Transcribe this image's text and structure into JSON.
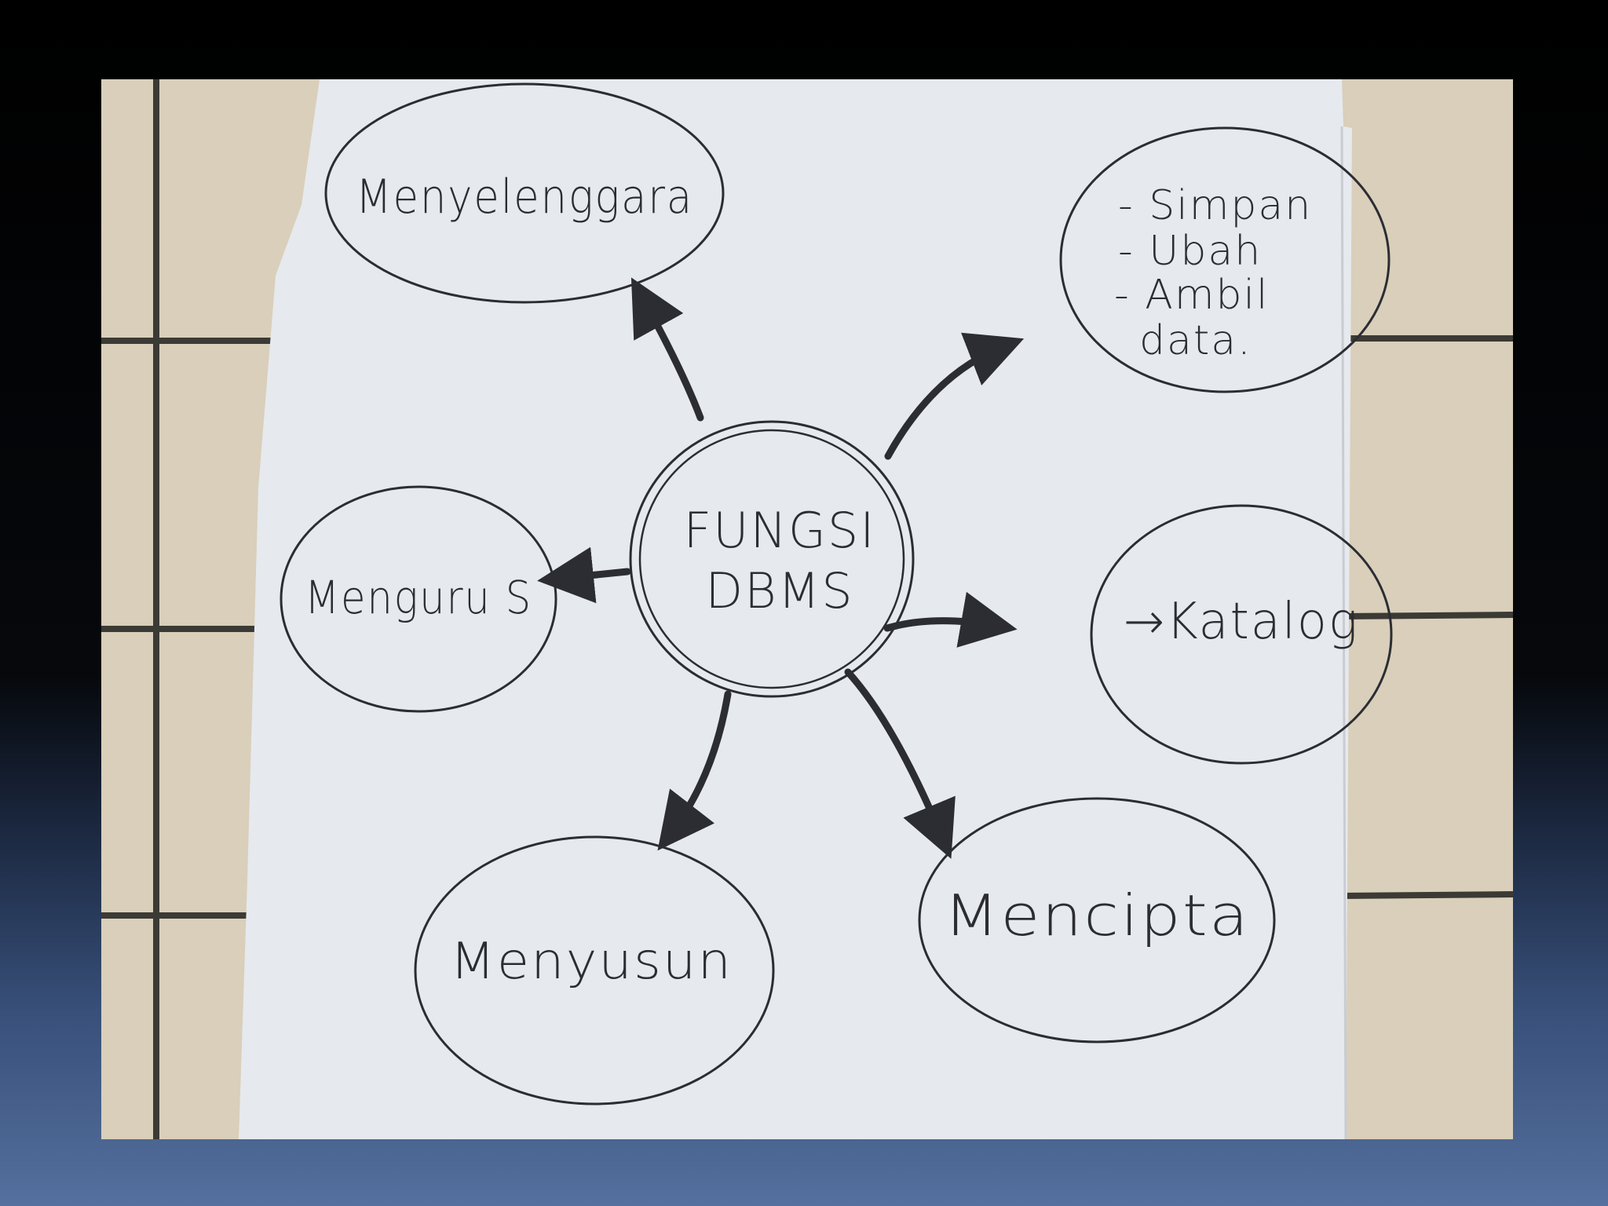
{
  "colors": {
    "slide_background_top": "#000000",
    "slide_background_bottom": "#55709e",
    "floor_tile": "#d8cdb8",
    "paper": "#e7eaee",
    "ink": "#2b2d33"
  },
  "diagram": {
    "center": {
      "line1": "FUNGSI",
      "line2": "DBMS"
    },
    "nodes": {
      "top_left": "Menyelenggara",
      "top_right": {
        "lines": [
          "- Simpan",
          "- Ubah",
          "- Ambil",
          "data."
        ]
      },
      "middle_left": "Menguru S",
      "middle_right": "→Katalog",
      "bottom_left": "Menyusun",
      "bottom_right": "Mencipta"
    }
  }
}
